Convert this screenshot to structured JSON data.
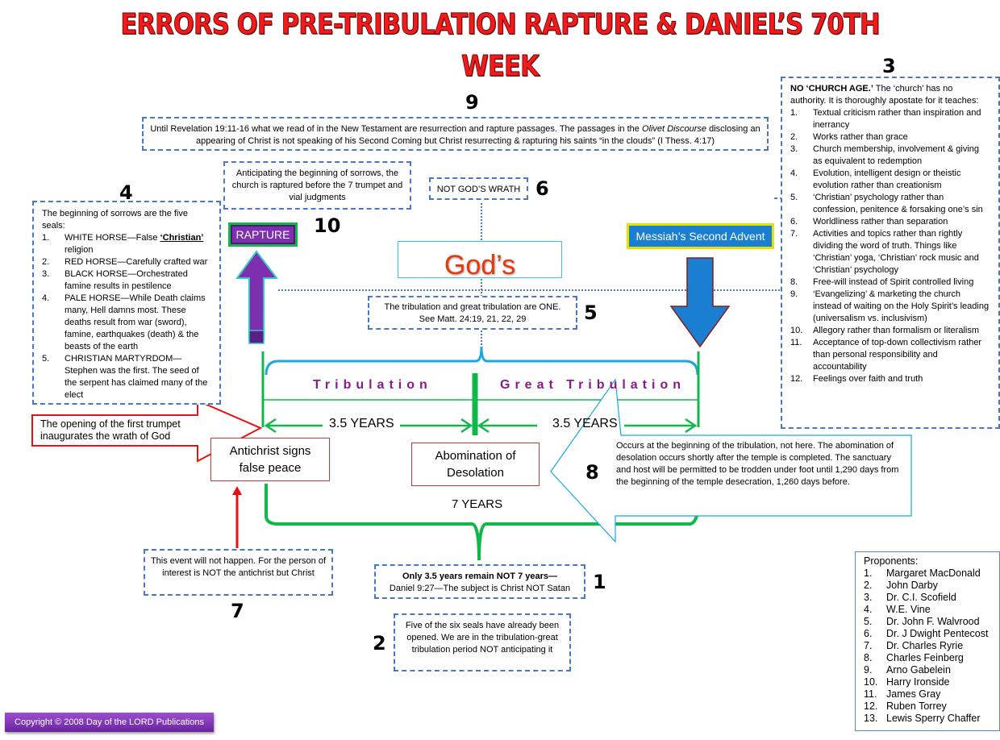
{
  "title": {
    "line1": "ERRORS OF PRE-TRIBULATION RAPTURE & DANIEL’S 70TH",
    "line2": "WEEK"
  },
  "colors": {
    "title_red": "#f21b1b",
    "dash_blue": "#4a78c8",
    "timeline_green": "#10b84a",
    "brace_blue": "#1aa8e0",
    "purple": "#7d2fb0",
    "advent_blue": "#1a7fd0",
    "advent_border": "#e8e000",
    "red_box": "#c0393b"
  },
  "callouts": {
    "c9": {
      "number": "9",
      "text1": "Until Revelation 19:11-16 what we read of in the New Testament are resurrection and rapture passages.  The passages in the ",
      "emph": "Olivet Discourse",
      "text2": " disclosing an appearing of Christ is not speaking of his Second Coming but Christ resurrecting & rapturing his saints “in the clouds” (I Thess. 4:17)"
    },
    "c3": {
      "number": "3",
      "lead_bold": "NO ‘CHURCH AGE.’",
      "lead": " The ‘church’ has no authority.  It is thoroughly apostate for it teaches:",
      "items": [
        "Textual criticism rather than inspiration and inerrancy",
        "Works rather than grace",
        "Church membership, involvement & giving as equivalent to redemption",
        "Evolution, intelligent design or theistic evolution rather than creationism",
        "‘Christian’ psychology rather than confession, penitence & forsaking one’s sin",
        "Worldliness rather than separation",
        "Activities and topics rather than rightly dividing the word of truth.  Things like ‘Christian’ yoga, ‘Christian’ rock music and ‘Christian’ psychology",
        "Free-will instead of Spirit controlled living",
        "‘Evangelizing’ & marketing the church instead of waiting on the Holy Spirit’s leading (universalism vs. inclusivism)",
        "Allegory rather than formalism or literalism",
        "Acceptance of top-down collectivism rather than personal responsibility and accountability",
        "Feelings over faith and truth"
      ]
    },
    "c4": {
      "number": "4",
      "lead": "The beginning of sorrows are the five seals:",
      "item1_pre": "WHITE HORSE—False ",
      "item1_bold": "‘Christian’",
      "item1_post": " religion",
      "items_rest": [
        "RED HORSE—Carefully crafted war",
        "BLACK HORSE—Orchestrated famine results in pestilence",
        "PALE HORSE—While Death claims many, Hell damns most.  These deaths result from war (sword), famine, earthquakes (death) & the beasts of the earth",
        "CHRISTIAN MARTYRDOM—Stephen was the first.  The seed of the serpent has claimed many of the elect"
      ]
    },
    "c10": {
      "number": "10",
      "text": "Anticipating the beginning of sorrows, the church is raptured before the 7 trumpet and vial judgments"
    },
    "c6": {
      "number": "6",
      "text": "NOT GOD’S WRATH"
    },
    "c5": {
      "number": "5",
      "line1": "The tribulation and great tribulation are ONE.",
      "line2": "See Matt. 24:19, 21, 22, 29"
    },
    "c8": {
      "number": "8",
      "text": "Occurs at the beginning of the tribulation, not here.  The abomination of desolation occurs shortly after the temple is completed. The sanctuary and host will be permitted to be trodden under foot until 1,290 days from the beginning of the temple desecration, 1,260 days before."
    },
    "c7": {
      "number": "7",
      "text": "This event will not happen.  For the person of interest is NOT the antichrist but Christ"
    },
    "c1": {
      "number": "1",
      "bold": "Only 3.5 years remain NOT 7 years—",
      "text": "Daniel 9:27—The subject is Christ NOT Satan"
    },
    "c2": {
      "number": "2",
      "text": "Five of the six seals have already been opened.  We are in the tribulation-great tribulation period NOT anticipating it"
    }
  },
  "labels": {
    "rapture": "RAPTURE",
    "second_advent": "Messiah’s Second Advent",
    "gods": "God’s",
    "tribulation": "Tribulation",
    "great_tribulation": "Great Tribulation",
    "years_left": "3.5 YEARS",
    "years_right": "3.5 YEARS",
    "seven_years": "7 YEARS",
    "antichrist": "Antichrist signs false peace",
    "abomination": "Abomination of Desolation",
    "first_trumpet": "The opening of the first trumpet inaugurates the wrath of God"
  },
  "proponents": {
    "title": "Proponents:",
    "items": [
      "Margaret MacDonald",
      "John Darby",
      "Dr. C.I. Scofield",
      "W.E. Vine",
      "Dr. John F. Walvrood",
      "Dr. J Dwight Pentecost",
      "Dr. Charles Ryrie",
      "Charles Feinberg",
      "Arno Gabelein",
      "Harry Ironside",
      "James Gray",
      "Ruben Torrey",
      "Lewis Sperry Chaffer"
    ]
  },
  "footer": {
    "copyright": "Copyright © 2008 Day of the LORD Publications"
  }
}
